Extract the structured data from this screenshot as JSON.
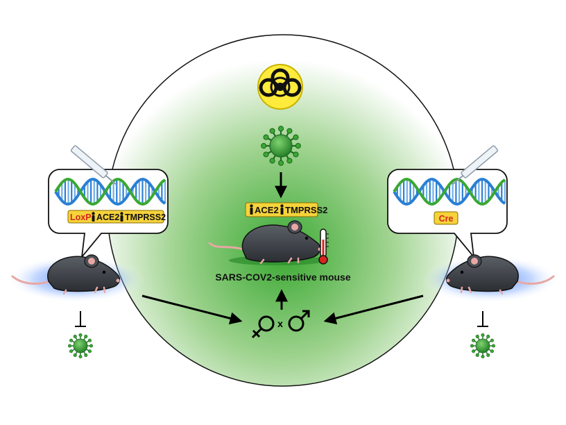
{
  "left_bubble": {
    "tag_loxp": "LoxP",
    "tag_ace2": "ACE2",
    "tag_tmprss2": "TMPRSS2"
  },
  "right_bubble": {
    "tag_cre": "Cre"
  },
  "center": {
    "tag_ace2": "ACE2",
    "tag_tmprss2": "TMPRSS2",
    "caption": "SARS-COV2-sensitive mouse",
    "cross_symbol": "x"
  },
  "colors": {
    "circle_green": "#3aa832",
    "virus_green": "#2e8b2e",
    "tag_yellow": "#f5d33a",
    "tag_red_text": "#d8241f",
    "biohazard_yellow": "#ffeb3b",
    "mouse_glow": "#3f7bf5",
    "dna_blue": "#2a7fd4",
    "dna_green": "#3aa832"
  },
  "icons": [
    "biohazard-icon",
    "virus-icon",
    "thermometer-icon",
    "female-symbol-icon",
    "male-symbol-icon",
    "syringe-icon",
    "dna-helix-icon",
    "mouse-icon",
    "person-icon"
  ]
}
